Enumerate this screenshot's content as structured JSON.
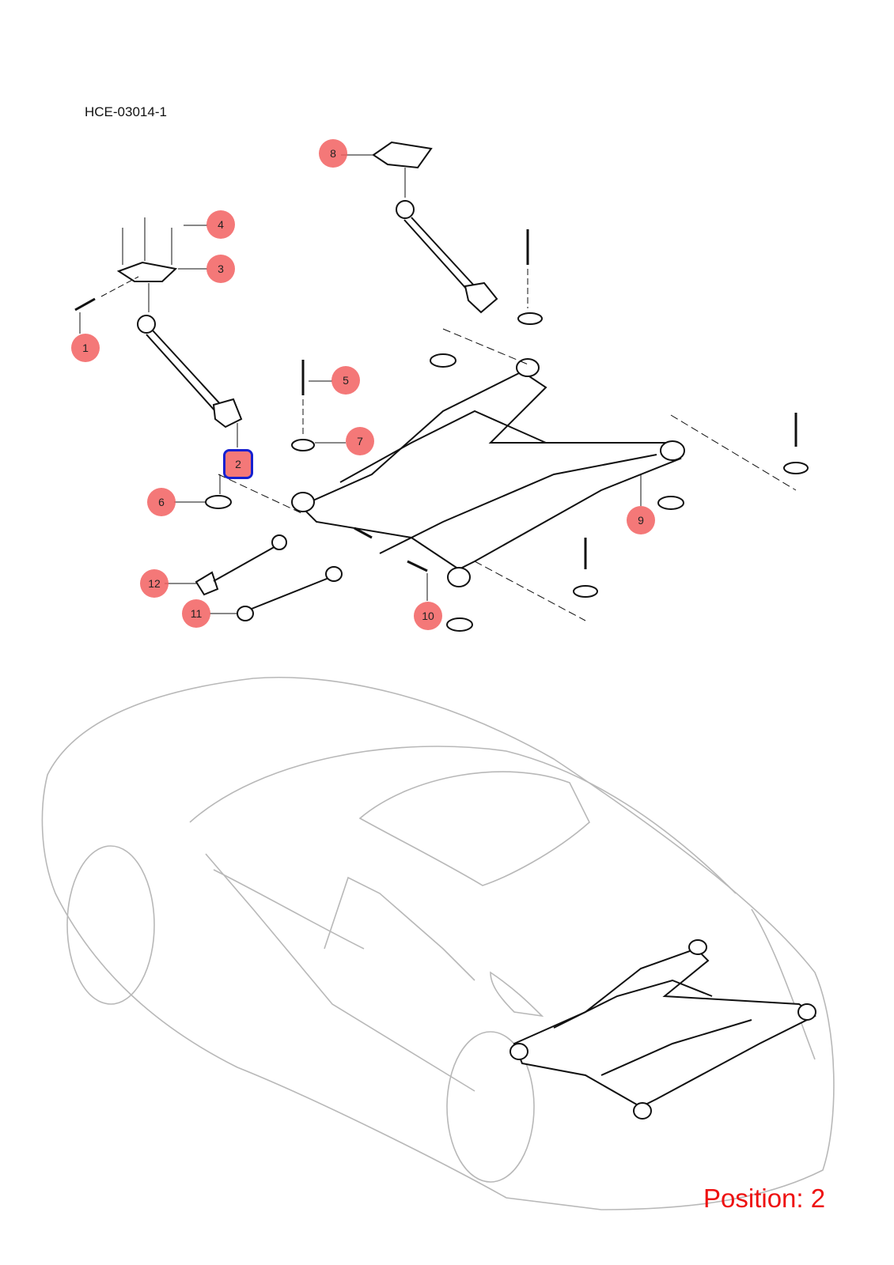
{
  "diagram_code": "HCE-03014-1",
  "position_label": "Position: 2",
  "selected_callout": "2",
  "callouts": [
    "1",
    "2",
    "3",
    "4",
    "5",
    "6",
    "7",
    "8",
    "9",
    "10",
    "11",
    "12"
  ],
  "colors": {
    "callout_fill": "#f26060",
    "selected_outline": "#1520d0",
    "position_text": "#ee1111",
    "car_outline": "#b8b8b8"
  }
}
